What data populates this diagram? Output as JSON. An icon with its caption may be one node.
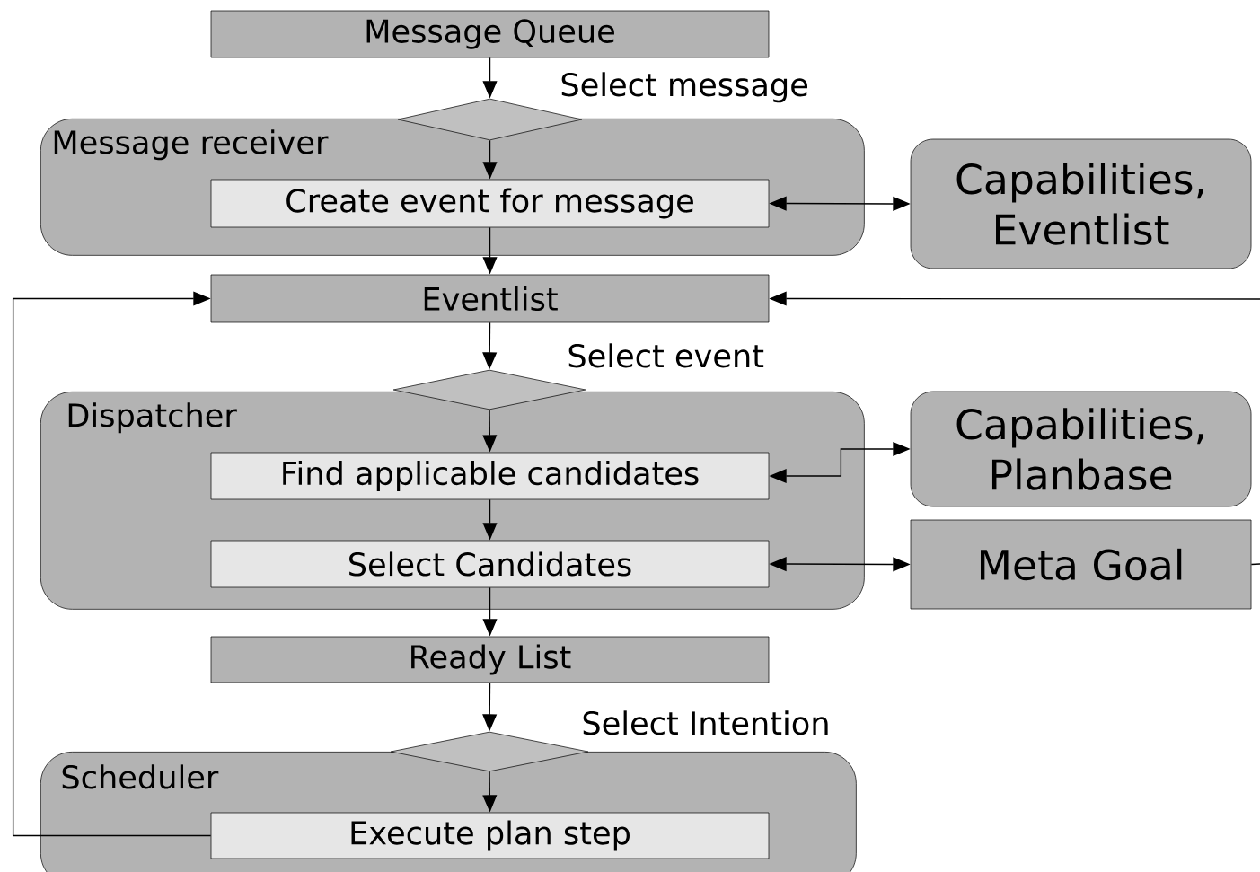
{
  "diagram": {
    "nodes": [
      {
        "text": [
          "Message Queue"
        ]
      },
      {
        "text": [],
        "shape": "diamond",
        "beside": [
          "Select message"
        ]
      },
      {
        "text": [
          "Message receiver"
        ]
      },
      {
        "text": [
          "Create event for message"
        ],
        "in": 2
      },
      {
        "text": [
          "Capabilities, Eventlist"
        ]
      },
      {
        "text": [
          "Eventlist"
        ]
      },
      {
        "text": [],
        "shape": "diamond",
        "beside": [
          "Select event"
        ]
      },
      {
        "text": [
          "Dispatcher"
        ]
      },
      {
        "text": [
          "Find applicable candidates"
        ],
        "in": 7
      },
      {
        "text": [
          "Select Candidates"
        ],
        "in": 7
      },
      {
        "text": [
          "Capabilities, Planbase"
        ]
      },
      {
        "text": [
          "Meta Goal"
        ]
      },
      {
        "text": [
          "Ready List"
        ]
      },
      {
        "text": [],
        "shape": "diamond",
        "beside": [
          "Select Intention"
        ]
      },
      {
        "text": [
          "Scheduler"
        ]
      },
      {
        "text": [
          "Execute plan step"
        ],
        "in": 14
      }
    ],
    "edges": [
      {
        "from": 0,
        "to": 1,
        "arrow": "to"
      },
      {
        "from": 1,
        "to": 3,
        "arrow": "to"
      },
      {
        "from": 3,
        "to": 4,
        "arrow": "both"
      },
      {
        "from": 3,
        "to": 5,
        "arrow": "to"
      },
      {
        "from": 5,
        "to": 6,
        "arrow": "to"
      },
      {
        "from": 6,
        "to": 8,
        "arrow": "to"
      },
      {
        "from": 8,
        "to": 10,
        "arrow": "both"
      },
      {
        "from": 8,
        "to": 9,
        "arrow": "to"
      },
      {
        "from": 9,
        "to": 11,
        "arrow": "both"
      },
      {
        "from": 9,
        "to": 12,
        "arrow": "to"
      },
      {
        "from": 12,
        "to": 13,
        "arrow": "to"
      },
      {
        "from": 13,
        "to": 15,
        "arrow": "to"
      },
      {
        "from": 15,
        "to": 5,
        "arrow": "to"
      },
      {
        "from": null,
        "to": 5,
        "arrow": "to"
      },
      {
        "from": 11,
        "to": null,
        "arrow": "none"
      }
    ]
  }
}
